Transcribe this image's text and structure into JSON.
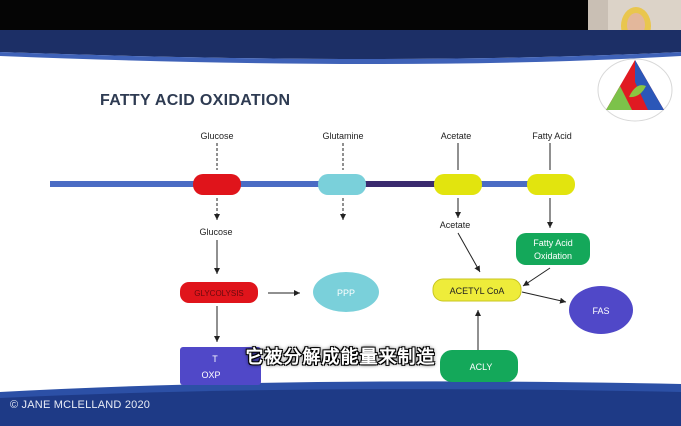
{
  "slide": {
    "title": "FATTY ACID OXIDATION",
    "copyright": "© JANE MCLELLAND 2020"
  },
  "subtitle": "它被分解成能量来制造",
  "inputs": {
    "glucose": "Glucose",
    "glutamine": "Glutamine",
    "acetate": "Acetate",
    "fatty_acid": "Fatty Acid"
  },
  "inside": {
    "glucose": "Glucose",
    "acetate": "Acetate"
  },
  "nodes": {
    "glycolysis": "GLYCOLYSIS",
    "ppp": "PPP",
    "fatty_acid_oxidation_line1": "Fatty Acid",
    "fatty_acid_oxidation_line2": "Oxidation",
    "acetyl_coa": "ACETYL CoA",
    "fas": "FAS",
    "tca_partial_1": "T",
    "tca_partial_2": "OXP",
    "acly_partial": "ACLY"
  },
  "colors": {
    "membrane": "#4b6cc4",
    "membrane_dark": "#3a2a6e",
    "glucose_transporter": "#e0141b",
    "glutamine_transporter": "#7ad0da",
    "acetate_transporter": "#e2e40e",
    "fatty_acid_transporter": "#e2e40e",
    "glycolysis": "#e0141b",
    "ppp": "#7ad0da",
    "acetyl_coa": "#eeec3a",
    "fatty_acid_oxidation": "#14a85a",
    "fas": "#5048c8",
    "tca": "#5048c8",
    "acly": "#14a85a",
    "title": "#2e3b52"
  },
  "icons": [
    "logo-icon"
  ]
}
